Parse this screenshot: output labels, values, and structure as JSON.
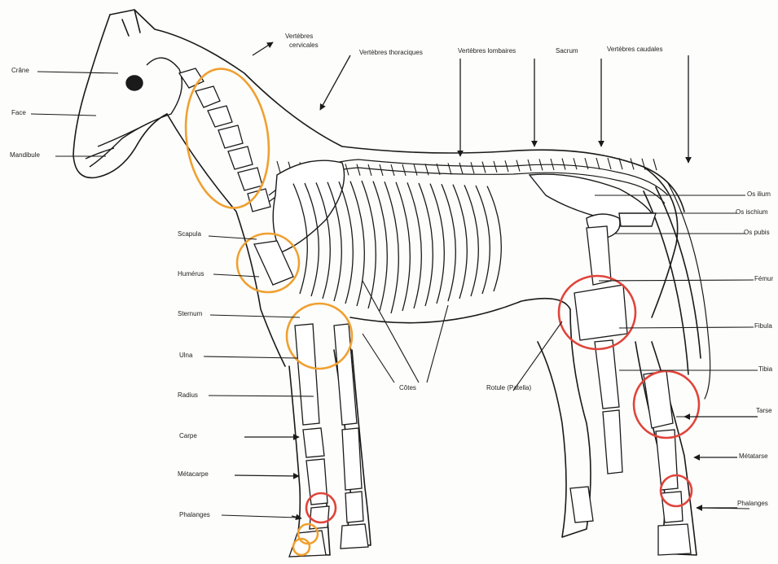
{
  "labels": {
    "crane": "Crâne",
    "face": "Face",
    "mandibule": "Mandibule",
    "vert_cervicales_1": "Vertèbres",
    "vert_cervicales_2": "cervicales",
    "vert_thoraciques": "Vertèbres thoraciques",
    "vert_lombaires": "Vertèbres lombaires",
    "sacrum": "Sacrum",
    "vert_caudales": "Vertèbres caudales",
    "scapula": "Scapula",
    "humerus": "Humérus",
    "sternum": "Sternum",
    "ulna": "Ulna",
    "radius": "Radius",
    "carpe": "Carpe",
    "metacarpe": "Métacarpe",
    "phalanges_ant": "Phalanges",
    "cotes": "Côtes",
    "rotule": "Rotule (Patella)",
    "os_ilium": "Os ilium",
    "os_ischium": "Os ischium",
    "os_pubis": "Os pubis",
    "femur": "Fémur",
    "fibula": "Fibula",
    "tibia": "Tibia",
    "tarse": "Tarse",
    "metatarse": "Métatarse",
    "phalanges_post": "Phalanges"
  },
  "colors": {
    "orange_highlight": "#f0a030",
    "red_highlight": "#e0443a",
    "ink": "#1a1a1a"
  }
}
